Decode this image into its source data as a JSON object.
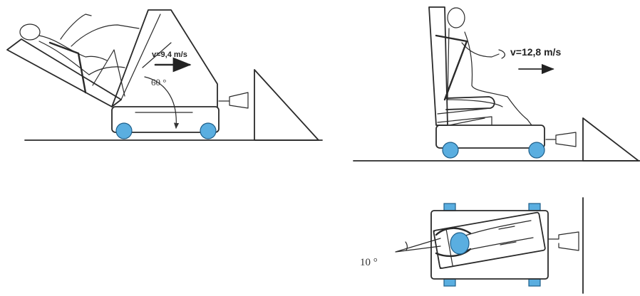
{
  "diagram": {
    "left_scene": {
      "velocity_label": "v=9,4 m/s",
      "angle_label": "60 °"
    },
    "right_scene": {
      "velocity_label": "v=12,8 m/s"
    },
    "top_view": {
      "angle_label": "10 °"
    }
  },
  "colors": {
    "wheel": "#5aaee0",
    "line": "#2a2a2a"
  }
}
